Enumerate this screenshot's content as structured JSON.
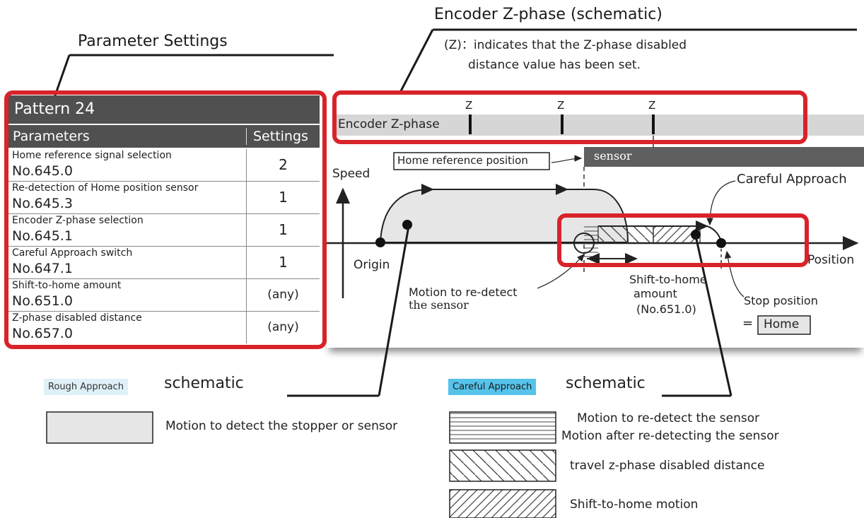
{
  "callouts": {
    "parameter_settings": "Parameter Settings",
    "encoder_zphase_schematic": "Encoder Z-phase (schematic)",
    "z_note_line1": "(Z)：indicates that the Z-phase disabled",
    "z_note_line2": "distance value has been set."
  },
  "table": {
    "title": "Pattern 24",
    "col_parameters": "Parameters",
    "col_settings": "Settings",
    "rows": [
      {
        "name": "Home reference signal selection",
        "no": "No.645.0",
        "value": "2"
      },
      {
        "name": "Re-detection of Home position sensor",
        "no": "No.645.3",
        "value": "1"
      },
      {
        "name": "Encoder Z-phase selection",
        "no": "No.645.1",
        "value": "1"
      },
      {
        "name": "Careful Approach switch",
        "no": "No.647.1",
        "value": "1"
      },
      {
        "name": "Shift-to-home amount",
        "no": "No.651.0",
        "value": "(any)"
      },
      {
        "name": "Z-phase disabled distance",
        "no": "No.657.0",
        "value": "(any)"
      }
    ]
  },
  "diagram": {
    "encoder_label": "Encoder Z-phase",
    "z_marks": [
      "Z",
      "Z",
      "Z"
    ],
    "sensor_label": "sensor",
    "home_reference_position": "Home reference position",
    "speed_label": "Speed",
    "position_label": "Position",
    "origin_label": "Origin",
    "careful_approach_label": "Careful Approach",
    "redetect_line1": "Motion to re-detect",
    "redetect_line2": "the sensor",
    "shift_line1": "Shift-to-home",
    "shift_line2": "amount",
    "shift_line3": "(No.651.0)",
    "stop_position": "Stop position",
    "equals": "=",
    "home": "Home"
  },
  "legend": {
    "rough_tag": "Rough Approach",
    "rough_title": "schematic",
    "careful_tag": "Careful Approach",
    "careful_title": "schematic",
    "rough_item": "Motion to detect the stopper or sensor",
    "careful_item1_line1": "Motion to re-detect the sensor",
    "careful_item1_line2": "Motion after re-detecting the sensor",
    "careful_item2": "travel z-phase disabled distance",
    "careful_item3": "Shift-to-home motion"
  },
  "colors": {
    "highlight_red": "#d8232a",
    "header_gray": "#505050",
    "rough_tag_bg": "#dff0f7",
    "careful_tag_bg": "#55c3ea",
    "encoder_band": "#d6d6d6",
    "sensor_band": "#5f5f5f",
    "rough_fill": "#e6e6e6"
  }
}
